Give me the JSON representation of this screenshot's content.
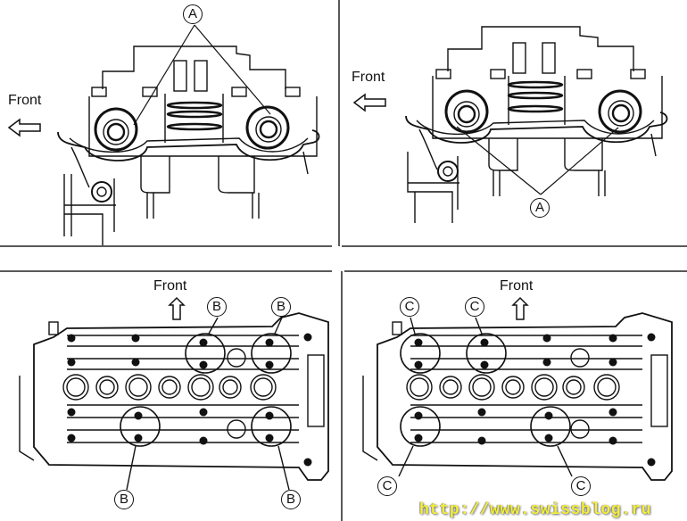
{
  "panels": [
    {
      "id": "top-left",
      "direction_label": "Front",
      "callouts": [
        "A"
      ]
    },
    {
      "id": "top-right",
      "direction_label": "Front",
      "callouts": [
        "A"
      ]
    },
    {
      "id": "bottom-left",
      "direction_label": "Front",
      "callouts": [
        "B",
        "B",
        "B",
        "B"
      ]
    },
    {
      "id": "bottom-right",
      "direction_label": "Front",
      "callouts": [
        "C",
        "C",
        "C",
        "C"
      ]
    }
  ],
  "watermark": "http://www.swissblog.ru",
  "colors": {
    "line": "#111111",
    "background": "#ffffff",
    "watermark": "#f2ee3a"
  }
}
